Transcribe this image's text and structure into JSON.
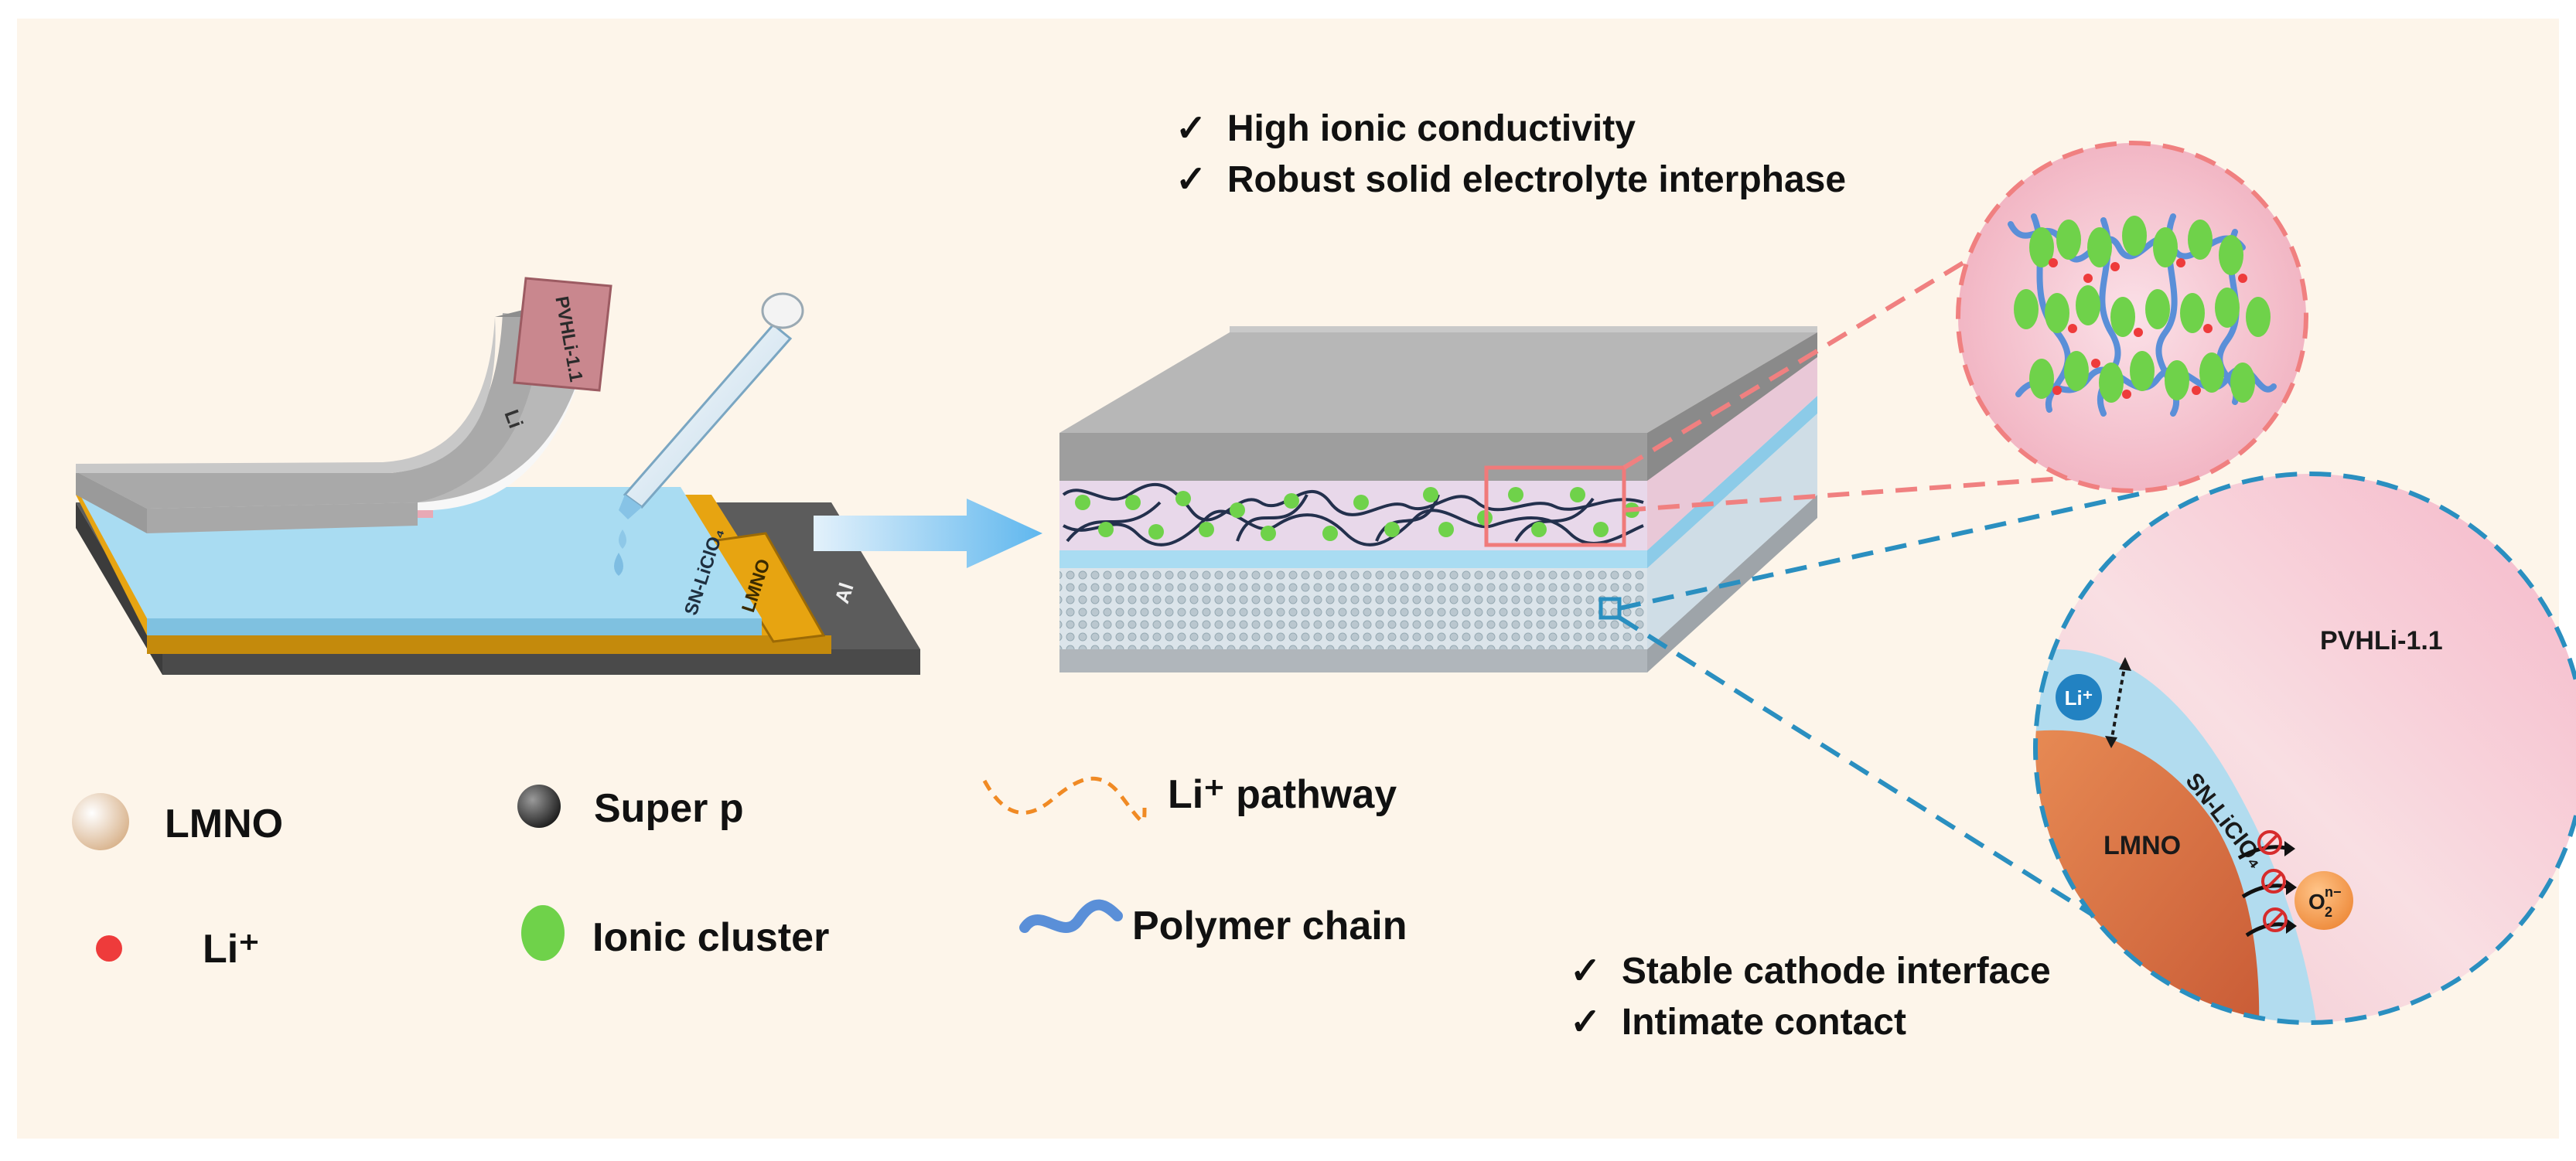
{
  "left_device": {
    "pvhli_label": "PVHLi-1.1",
    "li_label": "Li",
    "electrolyte_label": "SN-LiClO₄",
    "lmno_label": "LMNO",
    "al_label": "Al"
  },
  "top_checks": [
    "✓  High ionic conductivity",
    "✓  Robust solid electrolyte interphase"
  ],
  "bottom_checks": [
    "✓  Stable cathode interface",
    "✓  Intimate contact"
  ],
  "zoom_circle": {
    "pvhli_label": "PVHLi-1.1",
    "electrolyte_label": "SN-LiClO₄",
    "lmno_label": "LMNO",
    "li_badge": "Li⁺",
    "o2_base": "O",
    "o2_sub": "2",
    "o2_sup": "n−"
  },
  "legend": {
    "lmno": "LMNO",
    "li": "Li⁺",
    "super_p": "Super p",
    "ionic_cluster": "Ionic cluster",
    "li_pathway": "Li⁺ pathway",
    "polymer_chain": "Polymer chain"
  },
  "colors": {
    "background": "#fdf5ea",
    "gray_layer": "#b8b8b8",
    "pink_layer": "#f4c6cf",
    "blue_layer": "#a9dcf2",
    "gold_layer": "#e7a411",
    "ionic_cluster": "#6fd24a",
    "li_ion": "#ee3b3b",
    "polymer": "#5a8fd8",
    "pathway": "#f08a24",
    "callout_pink": "#f08080",
    "callout_blue": "#2a8fc0"
  }
}
